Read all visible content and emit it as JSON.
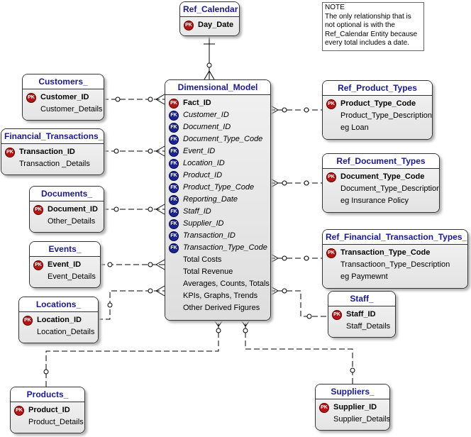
{
  "note": {
    "lines": [
      "NOTE",
      "The only relationship that is",
      "not optional is with the",
      "Ref_Calendar Entity because",
      "every total includes a date."
    ]
  },
  "entities": {
    "ref_calendar": {
      "title": "Ref_Calendar",
      "rows": [
        {
          "k": "PK",
          "text": "Day_Date"
        }
      ]
    },
    "dimensional_model": {
      "title": "Dimensional_Model",
      "rows": [
        {
          "k": "PK",
          "text": "Fact_ID"
        },
        {
          "k": "FK",
          "text": "Customer_ID"
        },
        {
          "k": "FK",
          "text": "Document_ID"
        },
        {
          "k": "FK",
          "text": "Document_Type_Code"
        },
        {
          "k": "FK",
          "text": "Event_ID"
        },
        {
          "k": "FK",
          "text": "Location_ID"
        },
        {
          "k": "FK",
          "text": "Product_ID"
        },
        {
          "k": "FK",
          "text": "Product_Type_Code"
        },
        {
          "k": "FK",
          "text": "Reporting_Date"
        },
        {
          "k": "FK",
          "text": "Staff_ID"
        },
        {
          "k": "FK",
          "text": "Supplier_ID"
        },
        {
          "k": "FK",
          "text": "Transaction_ID"
        },
        {
          "k": "FK",
          "text": "Transaction_Type_Code"
        },
        {
          "k": "",
          "text": "Total Costs"
        },
        {
          "k": "",
          "text": "Total Revenue"
        },
        {
          "k": "",
          "text": "Averages, Counts, Totals"
        },
        {
          "k": "",
          "text": "KPIs, Graphs, Trends"
        },
        {
          "k": "",
          "text": "Other Derived Figures"
        }
      ]
    },
    "customers": {
      "title": "Customers_",
      "rows": [
        {
          "k": "PK",
          "text": "Customer_ID"
        },
        {
          "k": "",
          "text": "Customer_Details"
        }
      ]
    },
    "financial_transactions": {
      "title": "Financial_Transactions_",
      "rows": [
        {
          "k": "PK",
          "text": "Transaction_ID"
        },
        {
          "k": "",
          "text": "Transaction _Details"
        }
      ]
    },
    "documents": {
      "title": "Documents_",
      "rows": [
        {
          "k": "PK",
          "text": "Document_ID"
        },
        {
          "k": "",
          "text": "Other_Details"
        }
      ]
    },
    "events": {
      "title": "Events_",
      "rows": [
        {
          "k": "PK",
          "text": "Event_ID"
        },
        {
          "k": "",
          "text": "Event_Details"
        }
      ]
    },
    "locations": {
      "title": "Locations_",
      "rows": [
        {
          "k": "PK",
          "text": "Location_ID"
        },
        {
          "k": "",
          "text": "Location_Details"
        }
      ]
    },
    "products": {
      "title": "Products_",
      "rows": [
        {
          "k": "PK",
          "text": "Product_ID"
        },
        {
          "k": "",
          "text": "Product_Details"
        }
      ]
    },
    "ref_product_types": {
      "title": "Ref_Product_Types",
      "rows": [
        {
          "k": "PK",
          "text": "Product_Type_Code"
        },
        {
          "k": "",
          "text": "Product_Type_Description"
        },
        {
          "k": "",
          "text": "eg Loan"
        }
      ]
    },
    "ref_document_types": {
      "title": "Ref_Document_Types",
      "rows": [
        {
          "k": "PK",
          "text": "Document_Type_Code"
        },
        {
          "k": "",
          "text": "Document_Type_Description"
        },
        {
          "k": "",
          "text": "eg Insurance Policy"
        }
      ]
    },
    "ref_financial_transaction_types": {
      "title": "Ref_Financial_Transaction_Types_",
      "rows": [
        {
          "k": "PK",
          "text": "Transaction_Type_Code"
        },
        {
          "k": "",
          "text": "Transactioon_Type_Description"
        },
        {
          "k": "",
          "text": "eg Paymewnt"
        }
      ]
    },
    "staff": {
      "title": "Staff_",
      "rows": [
        {
          "k": "PK",
          "text": "Staff_ID"
        },
        {
          "k": "",
          "text": "Staff_Details"
        }
      ]
    },
    "suppliers": {
      "title": "Suppliers_",
      "rows": [
        {
          "k": "PK",
          "text": "Supplier_ID"
        },
        {
          "k": "",
          "text": "Supplier_Details"
        }
      ]
    }
  },
  "colors": {
    "title": "#1a1a8c",
    "pk_badge": "#b01818",
    "fk_badge": "#1c2490",
    "line": "#000000"
  }
}
